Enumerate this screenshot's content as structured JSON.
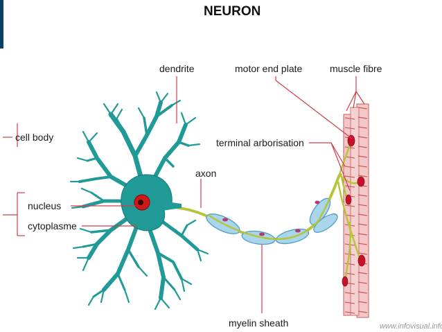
{
  "title": "NEURON",
  "labels": {
    "dendrite": "dendrite",
    "motor_end_plate": "motor end plate",
    "muscle_fibre": "muscle fibre",
    "cell_body": "cell body",
    "terminal_arborisation": "terminal arborisation",
    "axon": "axon",
    "nucleus": "nucleus",
    "cytoplasme": "cytoplasme",
    "myelin_sheath": "myelin sheath"
  },
  "credit": "www.infovisual.info",
  "colors": {
    "cell": "#1f9a96",
    "cell_dark": "#157a77",
    "nucleus": "#cc1a1a",
    "axon": "#b7c43a",
    "myelin": "#a9d6ea",
    "myelin_edge": "#5b9fc4",
    "muscle": "#f3c8c8",
    "muscle_stripe": "#c85a5a",
    "leader": "#d23a4a",
    "accent_bar": "#0b3f63"
  }
}
